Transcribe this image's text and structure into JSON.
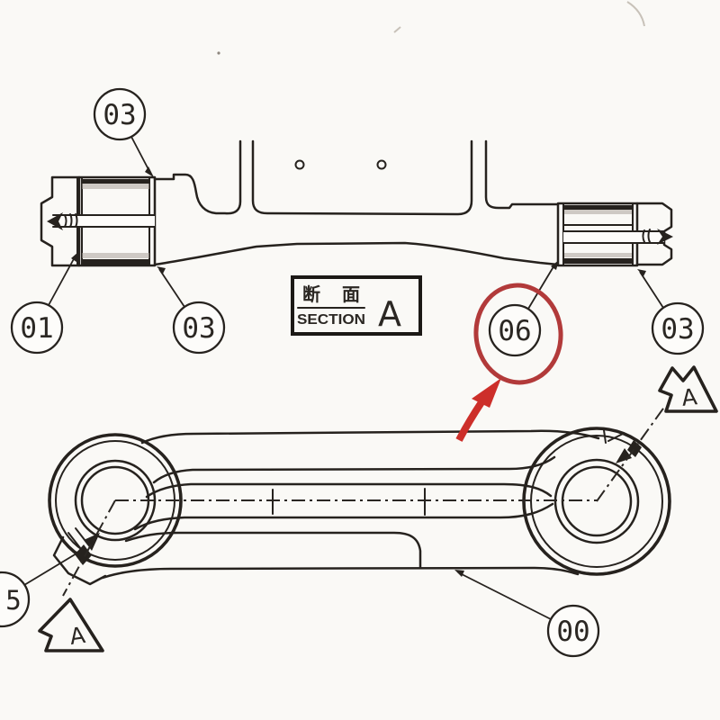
{
  "drawing": {
    "type": "mechanical-link-parts-diagram",
    "section_label": {
      "cn": "断面",
      "en": "SECTION",
      "view_letter": "A"
    },
    "section_marker_letter": "A",
    "balloons": {
      "top_left_03": "03",
      "left_01": "01",
      "bottom_left_03": "03",
      "highlighted_06": "06",
      "right_03": "03",
      "left_edge_05": "5",
      "bottom_00": "00"
    },
    "colors": {
      "ink": "#26221e",
      "paper": "#faf9f6",
      "highlight_ring_red": "#b23a3a",
      "highlight_arrow_red": "#cd2f2a"
    }
  }
}
